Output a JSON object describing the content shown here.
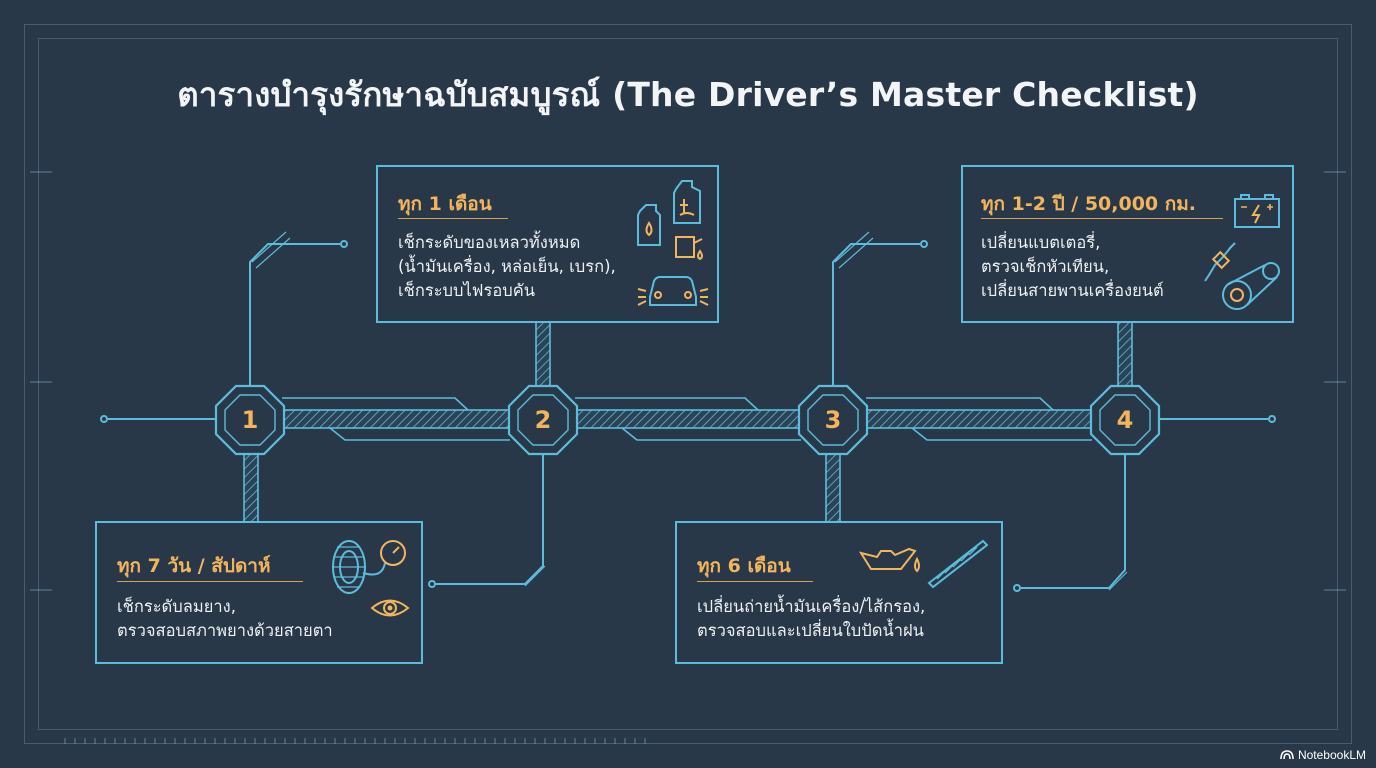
{
  "title": "ตารางบำรุงรักษาฉบับสมบูรณ์ (The Driver’s Master Checklist)",
  "colors": {
    "background": "#283848",
    "line": "#5cbcdc",
    "accent": "#f2b45c",
    "text": "#eef1f4"
  },
  "nodes": [
    {
      "number": "1"
    },
    {
      "number": "2"
    },
    {
      "number": "3"
    },
    {
      "number": "4"
    }
  ],
  "cards": [
    {
      "heading": "ทุก 7 วัน / สัปดาห์",
      "lines": [
        "เช็กระดับลมยาง,",
        "ตรวจสอบสภาพยางด้วยสายตา"
      ],
      "icons": [
        "tire-gauge-icon",
        "eye-icon"
      ]
    },
    {
      "heading": "ทุก 1 เดือน",
      "lines": [
        "เช็กระดับของเหลวทั้งหมด",
        "(น้ำมันเครื่อง, หล่อเย็น, เบรก),",
        "เช็กระบบไฟรอบคัน"
      ],
      "icons": [
        "fluid-bottle-icon",
        "coolant-icon",
        "oil-can-icon",
        "car-headlights-icon"
      ]
    },
    {
      "heading": "ทุก 6 เดือน",
      "lines": [
        "เปลี่ยนถ่ายน้ำมันเครื่อง/ไส้กรอง,",
        "ตรวจสอบและเปลี่ยนใบปัดน้ำฝน"
      ],
      "icons": [
        "oil-can-icon",
        "wiper-blade-icon"
      ]
    },
    {
      "heading": "ทุก 1-2 ปี / 50,000 กม.",
      "lines": [
        "เปลี่ยนแบตเตอรี่,",
        "ตรวจเช็กหัวเทียน,",
        "เปลี่ยนสายพานเครื่องยนต์"
      ],
      "icons": [
        "battery-icon",
        "spark-plug-icon",
        "belt-pulley-icon"
      ]
    }
  ],
  "watermark": "NotebookLM"
}
